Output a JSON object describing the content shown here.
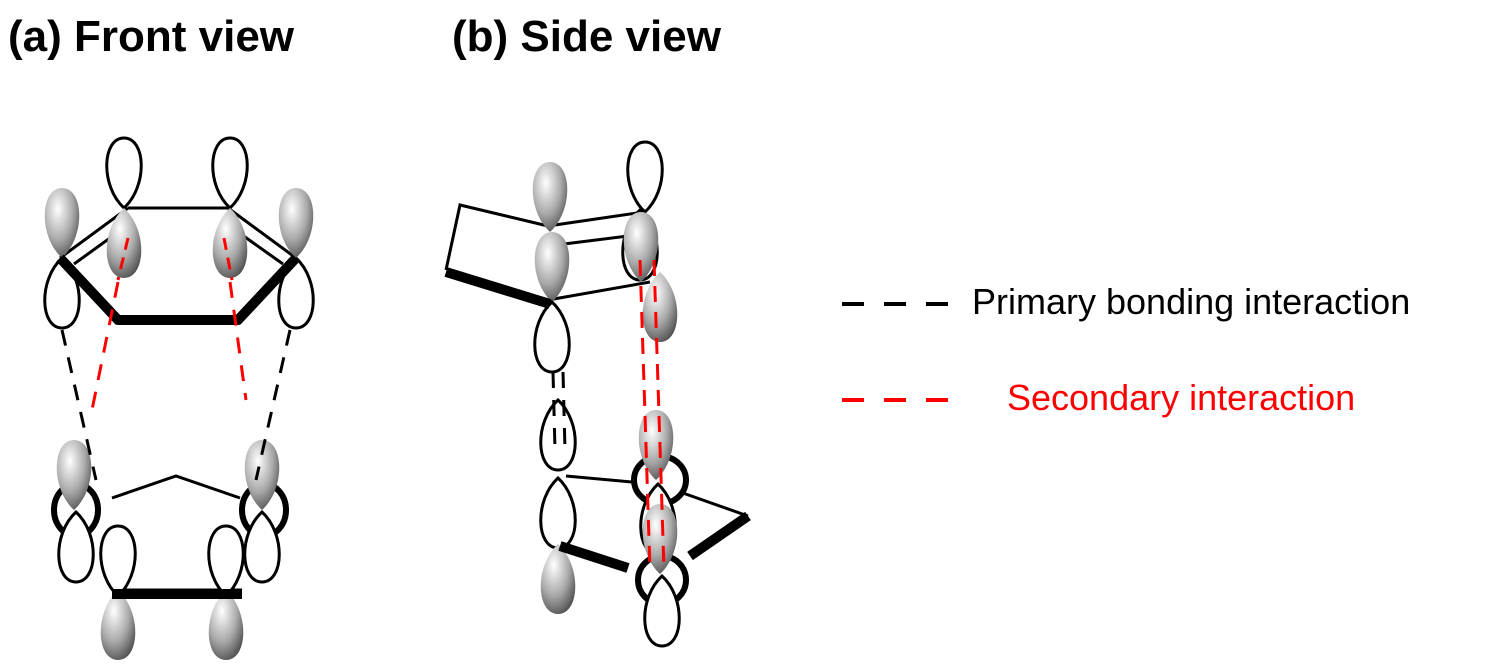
{
  "panels": {
    "front": {
      "title": "(a) Front view"
    },
    "side": {
      "title": "(b) Side view"
    }
  },
  "legend": {
    "primary": {
      "label": "Primary bonding interaction",
      "color": "#000000"
    },
    "secondary": {
      "label": "Secondary interaction",
      "color": "#ff0000"
    }
  },
  "colors": {
    "bond": "#000000",
    "lobe_outline": "#000000",
    "lobe_shaded_light": "#ffffff",
    "lobe_shaded_dark": "#4a4a4a"
  }
}
